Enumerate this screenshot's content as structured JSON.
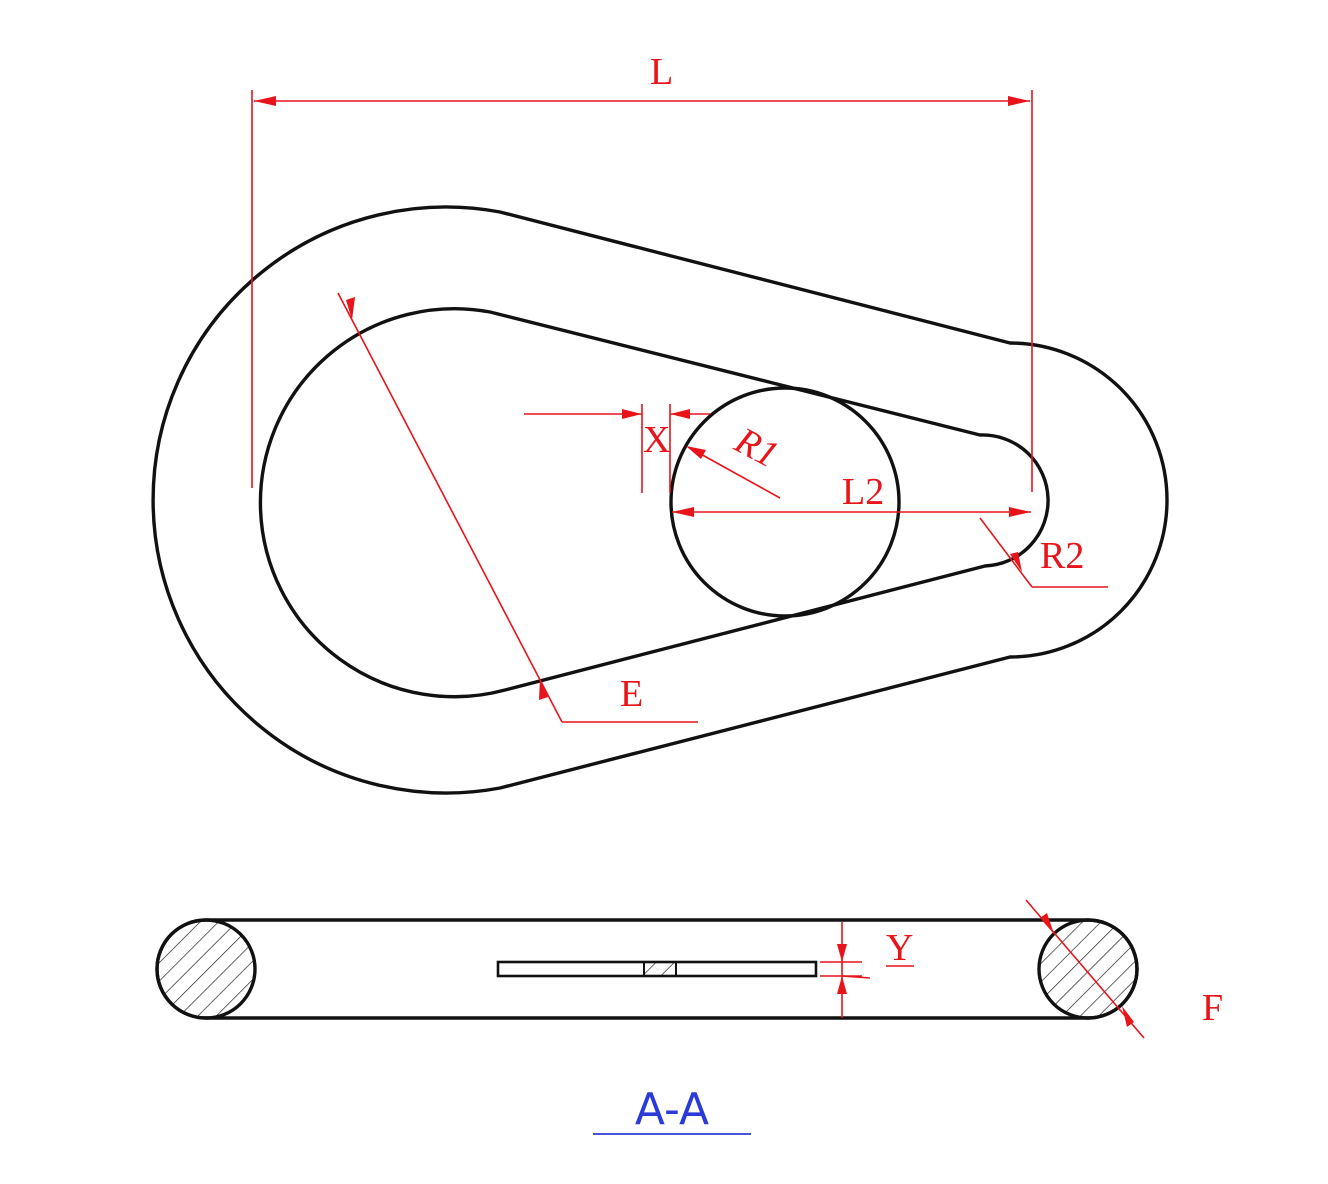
{
  "labels": {
    "L": "L",
    "L2": "L2",
    "R1": "R1",
    "R2": "R2",
    "X": "X",
    "E": "E",
    "Y": "Y",
    "F": "F"
  },
  "section_label": "A-A",
  "colors": {
    "outline": "#111111",
    "dimension": "#e8141a",
    "section": "#2a3bd8"
  }
}
